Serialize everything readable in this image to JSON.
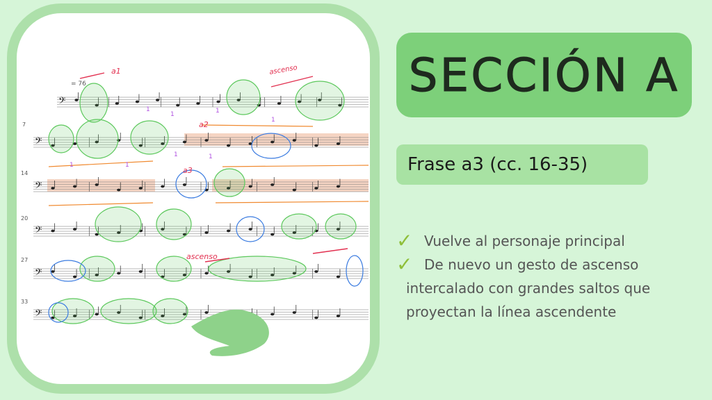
{
  "slide": {
    "title": "SECCIÓN A",
    "subtitle": "Frase a3 (cc. 16-35)",
    "bullets": [
      {
        "icon": "check-icon",
        "text": "Vuelve al personaje principal"
      },
      {
        "icon": "check-icon",
        "text": "De nuevo un gesto de ascenso"
      }
    ],
    "bullet_continuation": [
      "intercalado con grandes saltos que",
      "proyectan la línea ascendente"
    ]
  },
  "score": {
    "tempo": "= 76",
    "measure_numbers": [
      "7",
      "14",
      "20",
      "27",
      "33"
    ],
    "annotations": [
      "a1",
      "a2",
      "a3",
      "ascenso",
      "ascenso"
    ],
    "colors": {
      "green": "#5cc85c",
      "red": "#e23050",
      "orange": "#f08a30",
      "blue": "#3a7be0",
      "purple": "#b050e0",
      "band": "#f3c9b4"
    }
  }
}
